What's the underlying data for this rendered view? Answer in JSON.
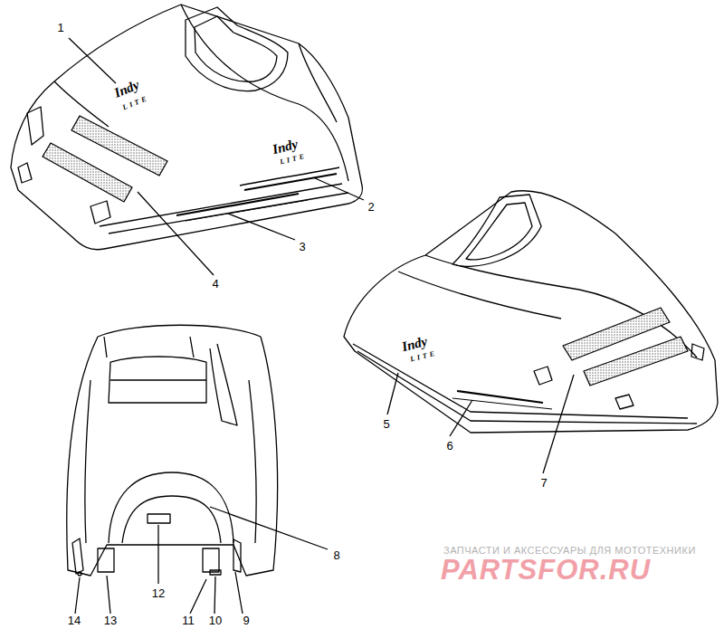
{
  "diagram": {
    "labels": [
      "1",
      "2",
      "3",
      "4",
      "5",
      "6",
      "7",
      "8",
      "9",
      "10",
      "11",
      "12",
      "13",
      "14",
      "Indy",
      "LITE",
      "Indy",
      "LITE",
      "Indy",
      "LITE",
      "ЗАПЧАСТИ И АКСЕССУАРЫ ДЛЯ МОТОТЕХНИКИ",
      "PARTSFOR.RU"
    ]
  }
}
